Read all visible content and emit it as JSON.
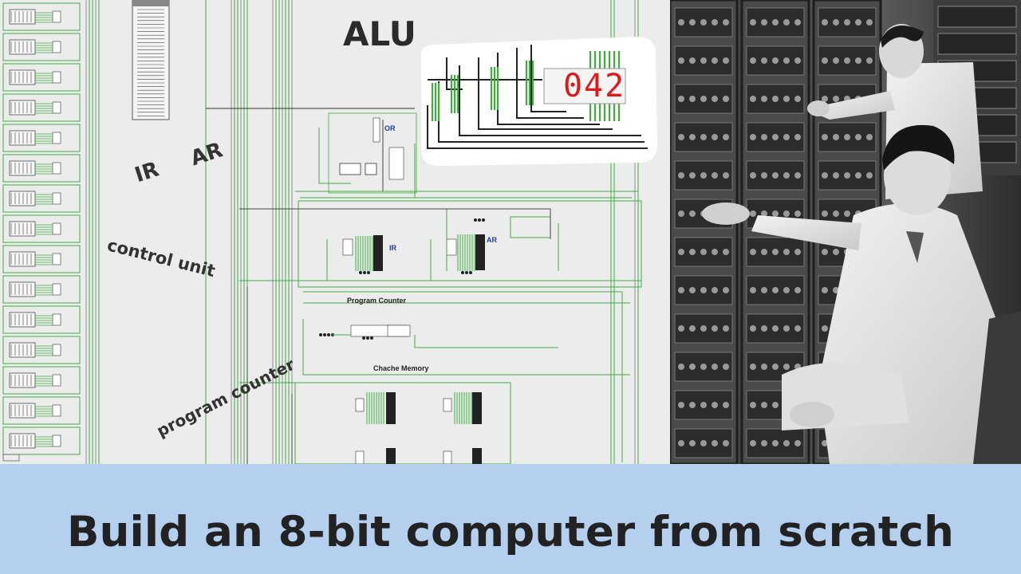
{
  "circuit": {
    "handwritten": {
      "alu": "ALU",
      "ir": "IR",
      "ar": "AR",
      "control_unit": "control unit",
      "program_counter": "program counter"
    },
    "section_titles": {
      "program_counter": "Program Counter",
      "cache_memory": "Chache Memory"
    },
    "chip_labels": {
      "or": "OR",
      "ir": "IR",
      "ar": "AR"
    },
    "seven_segment_display": "042",
    "colors": {
      "background": "#ececec",
      "wire_green": "#3fae3f",
      "wire_dark": "#222222",
      "segment_red": "#e01818"
    }
  },
  "banner": {
    "title": "Build an 8-bit computer from scratch",
    "background": "#b5d0ee"
  }
}
